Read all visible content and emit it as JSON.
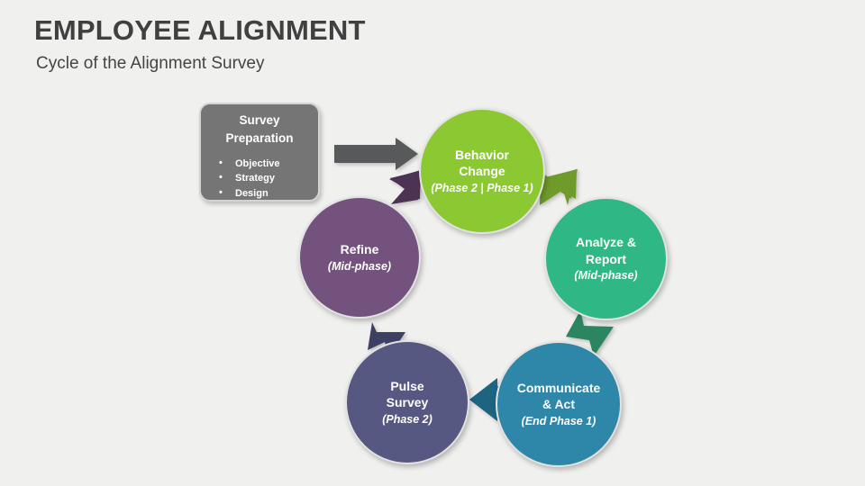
{
  "header": {
    "title": "EMPLOYEE ALIGNMENT",
    "subtitle": "Cycle of the Alignment Survey"
  },
  "prep_box": {
    "title_line1": "Survey",
    "title_line2": "Preparation",
    "items": [
      "Objective",
      "Strategy",
      "Design"
    ],
    "color": "#757575"
  },
  "cycle": {
    "nodes": [
      {
        "id": "behavior-change",
        "label_line1": "Behavior",
        "label_line2": "Change",
        "sublabel": "(Phase 2 | Phase 1)",
        "color": "#8cc832"
      },
      {
        "id": "analyze-report",
        "label_line1": "Analyze &",
        "label_line2": "Report",
        "sublabel": "(Mid-phase)",
        "color": "#2fb885"
      },
      {
        "id": "communicate-act",
        "label_line1": "Communicate",
        "label_line2": "& Act",
        "sublabel": "(End Phase 1)",
        "color": "#2e87a8"
      },
      {
        "id": "pulse-survey",
        "label_line1": "Pulse",
        "label_line2": "Survey",
        "sublabel": "(Phase 2)",
        "color": "#565881"
      },
      {
        "id": "refine",
        "label_line1": "Refine",
        "label_line2": "",
        "sublabel": "(Mid-phase)",
        "color": "#73537e"
      }
    ],
    "arrows": [
      {
        "id": "prep-to-behavior",
        "icon": "arrow-right-icon",
        "color": "#58595b"
      },
      {
        "id": "behavior-to-analyze",
        "icon": "arrow-down-right-icon",
        "color": "#6f9b2b"
      },
      {
        "id": "analyze-to-communicate",
        "icon": "arrow-down-left-icon",
        "color": "#2b8660"
      },
      {
        "id": "communicate-to-pulse",
        "icon": "arrow-left-icon",
        "color": "#1d6480"
      },
      {
        "id": "pulse-to-refine",
        "icon": "arrow-up-left-icon",
        "color": "#3d3f63"
      },
      {
        "id": "refine-to-behavior",
        "icon": "arrow-up-right-icon",
        "color": "#4d3353"
      }
    ]
  },
  "background_color": "#f0f0ef"
}
